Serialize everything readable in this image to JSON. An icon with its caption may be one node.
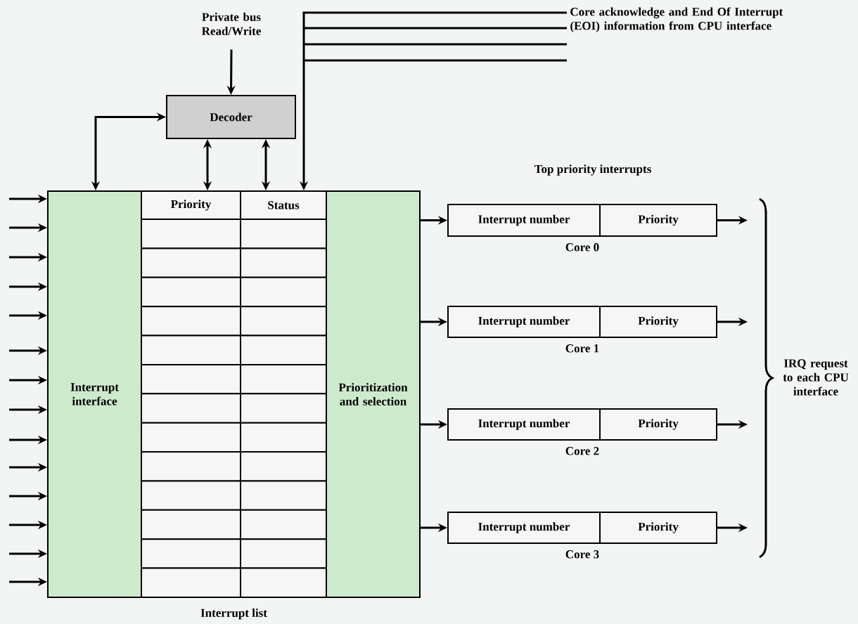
{
  "diagram": {
    "nodes": [
      {
        "text": [
          "Private bus Read/Write"
        ]
      },
      {
        "text": [
          "Decoder"
        ]
      },
      {
        "text": [
          "Core acknowledge and End Of Interrupt (EOI) information from CPU interface"
        ]
      },
      {
        "text": [
          "Interrupt interface"
        ]
      },
      {
        "text": [
          "Interrupt list"
        ]
      },
      {
        "text": [
          "Priority"
        ],
        "in": 4
      },
      {
        "text": [
          "Status"
        ],
        "in": 4
      },
      {
        "text": [],
        "shape": "box",
        "in": 4
      },
      {
        "text": [],
        "shape": "box",
        "in": 4
      },
      {
        "text": [],
        "shape": "box",
        "in": 4
      },
      {
        "text": [],
        "shape": "box",
        "in": 4
      },
      {
        "text": [],
        "shape": "box",
        "in": 4
      },
      {
        "text": [],
        "shape": "box",
        "in": 4
      },
      {
        "text": [],
        "shape": "box",
        "in": 4
      },
      {
        "text": [],
        "shape": "box",
        "in": 4
      },
      {
        "text": [],
        "shape": "box",
        "in": 4
      },
      {
        "text": [],
        "shape": "box",
        "in": 4
      },
      {
        "text": [],
        "shape": "box",
        "in": 4
      },
      {
        "text": [],
        "shape": "box",
        "in": 4
      },
      {
        "text": [],
        "shape": "box",
        "in": 4
      },
      {
        "text": [],
        "shape": "box",
        "in": 4
      },
      {
        "text": [],
        "shape": "box",
        "in": 4
      },
      {
        "text": [],
        "shape": "box",
        "in": 4
      },
      {
        "text": [],
        "shape": "box",
        "in": 4
      },
      {
        "text": [],
        "shape": "box",
        "in": 4
      },
      {
        "text": [],
        "shape": "box",
        "in": 4
      },
      {
        "text": [],
        "shape": "box",
        "in": 4
      },
      {
        "text": [],
        "shape": "box",
        "in": 4
      },
      {
        "text": [],
        "shape": "box",
        "in": 4
      },
      {
        "text": [],
        "shape": "box",
        "in": 4
      },
      {
        "text": [],
        "shape": "box",
        "in": 4
      },
      {
        "text": [],
        "shape": "box",
        "in": 4
      },
      {
        "text": [],
        "shape": "box",
        "in": 4
      },
      {
        "text": [
          "Prioritization and selection"
        ]
      },
      {
        "text": [],
        "shape": "box",
        "beside": [
          "Core 0"
        ]
      },
      {
        "text": [
          "Interrupt number"
        ],
        "in": 34
      },
      {
        "text": [
          "Priority"
        ],
        "in": 34
      },
      {
        "text": [],
        "shape": "box",
        "beside": [
          "Core 1"
        ]
      },
      {
        "text": [
          "Interrupt number"
        ],
        "in": 37
      },
      {
        "text": [
          "Priority"
        ],
        "in": 37
      },
      {
        "text": [],
        "shape": "box",
        "beside": [
          "Core 2"
        ]
      },
      {
        "text": [
          "Interrupt number"
        ],
        "in": 40
      },
      {
        "text": [
          "Priority"
        ],
        "in": 40
      },
      {
        "text": [],
        "shape": "box",
        "beside": [
          "Core 3"
        ]
      },
      {
        "text": [
          "Interrupt number"
        ],
        "in": 43
      },
      {
        "text": [
          "Priority"
        ],
        "in": 43
      }
    ],
    "edges": [
      {
        "from": 0,
        "to": 1,
        "arrow": "to"
      },
      {
        "from": 3,
        "to": 1,
        "arrow": "both"
      },
      {
        "from": 1,
        "to": 5,
        "arrow": "both"
      },
      {
        "from": 1,
        "to": 6,
        "arrow": "both"
      },
      {
        "from": 2,
        "to": 6,
        "arrow": "to"
      },
      {
        "from": null,
        "to": 3,
        "arrow": "to"
      },
      {
        "from": null,
        "to": 3,
        "arrow": "to"
      },
      {
        "from": null,
        "to": 3,
        "arrow": "to"
      },
      {
        "from": null,
        "to": 3,
        "arrow": "to"
      },
      {
        "from": null,
        "to": 3,
        "arrow": "to"
      },
      {
        "from": null,
        "to": 3,
        "arrow": "to"
      },
      {
        "from": null,
        "to": 3,
        "arrow": "to"
      },
      {
        "from": null,
        "to": 3,
        "arrow": "to"
      },
      {
        "from": null,
        "to": 3,
        "arrow": "to"
      },
      {
        "from": null,
        "to": 3,
        "arrow": "to"
      },
      {
        "from": null,
        "to": 3,
        "arrow": "to"
      },
      {
        "from": null,
        "to": 3,
        "arrow": "to"
      },
      {
        "from": null,
        "to": 3,
        "arrow": "to"
      },
      {
        "from": null,
        "to": 3,
        "arrow": "to"
      },
      {
        "from": 33,
        "to": 34,
        "arrow": "to"
      },
      {
        "from": 33,
        "to": 37,
        "arrow": "to"
      },
      {
        "from": 33,
        "to": 40,
        "arrow": "to"
      },
      {
        "from": 33,
        "to": 43,
        "arrow": "to"
      },
      {
        "from": 34,
        "to": null,
        "arrow": "to"
      },
      {
        "from": 37,
        "to": null,
        "arrow": "to"
      },
      {
        "from": 40,
        "to": null,
        "arrow": "to"
      },
      {
        "from": 43,
        "to": null,
        "arrow": "to"
      }
    ],
    "labels": [
      "Top priority interrupts",
      "IRQ request to each CPU interface"
    ]
  }
}
